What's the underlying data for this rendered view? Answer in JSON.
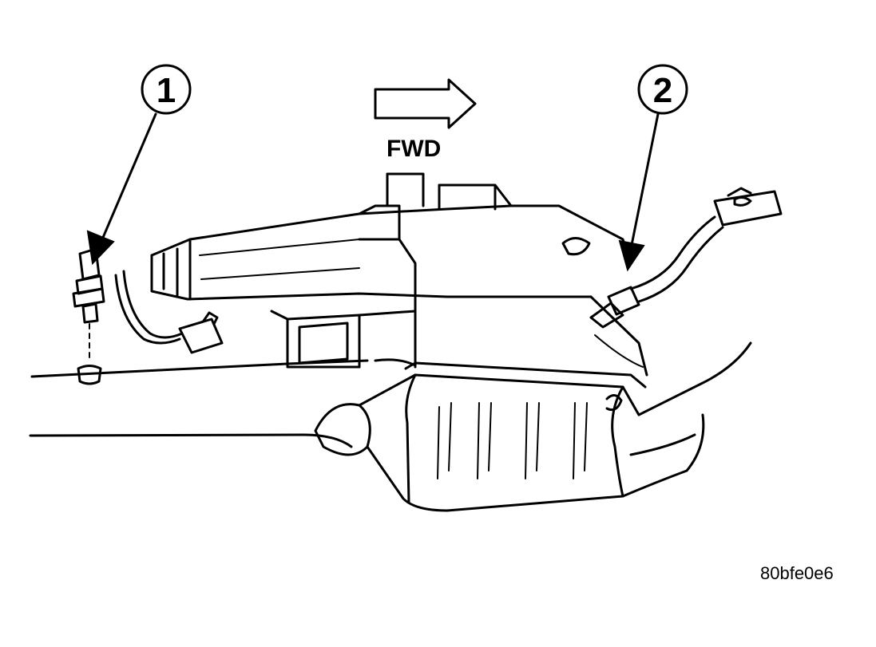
{
  "direction": {
    "label": "FWD"
  },
  "callouts": [
    {
      "number": "1"
    },
    {
      "number": "2"
    }
  ],
  "reference_code": "80bfe0e6"
}
